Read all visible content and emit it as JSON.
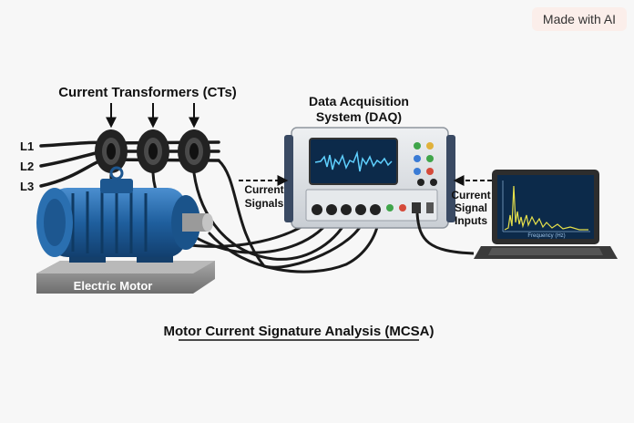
{
  "badge": "Made with AI",
  "labels": {
    "ct": "Current Transformers (CTs)",
    "daq_line1": "Data Acquisition",
    "daq_line2": "System (DAQ)",
    "l1": "L1",
    "l2": "L2",
    "l3": "L3",
    "current_signals_1": "Current",
    "current_signals_2": "Signals",
    "signal_inputs_1": "Current",
    "signal_inputs_2": "Signal",
    "signal_inputs_3": "Inputs",
    "motor": "Electric Motor",
    "laptop_axis": "Frequency (Hz)",
    "caption": "Motor Current Signature Analysis (MCSA)"
  },
  "colors": {
    "motor_blue": "#1f5f9e",
    "motor_dark": "#123f6e",
    "cable": "#1a1a1a",
    "daq_panel": "#dfe3e8",
    "screen_bg": "#0c2a4a",
    "waveform": "#5fd0ff",
    "spectrum": "#e6e04a",
    "plinth": "#8a8a8a"
  },
  "icons": [
    "ct-clamp-icon",
    "arrow-down-icon",
    "arrow-left-icon",
    "arrow-right-icon",
    "bnc-connector-icon",
    "knob-icon",
    "usb-port-icon"
  ]
}
